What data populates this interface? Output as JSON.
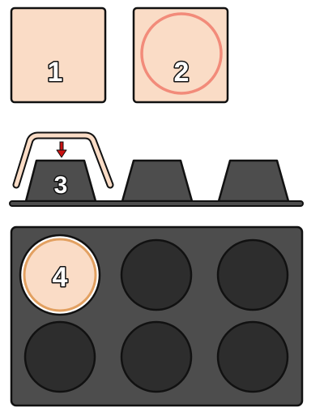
{
  "steps": {
    "step1": {
      "label": "1"
    },
    "step2": {
      "label": "2"
    },
    "step3": {
      "label": "3"
    },
    "step4": {
      "label": "4"
    }
  },
  "colors": {
    "dough": "#fadcc6",
    "outline": "#111111",
    "cutter_ring": "#f28b7a",
    "pan_dark": "#4d4d4d",
    "cavity": "#2d2d2d",
    "arrow": "#cc1111",
    "crust_ring": "#e2a060"
  },
  "icons": {
    "press_arrow": "down-arrow-icon"
  }
}
